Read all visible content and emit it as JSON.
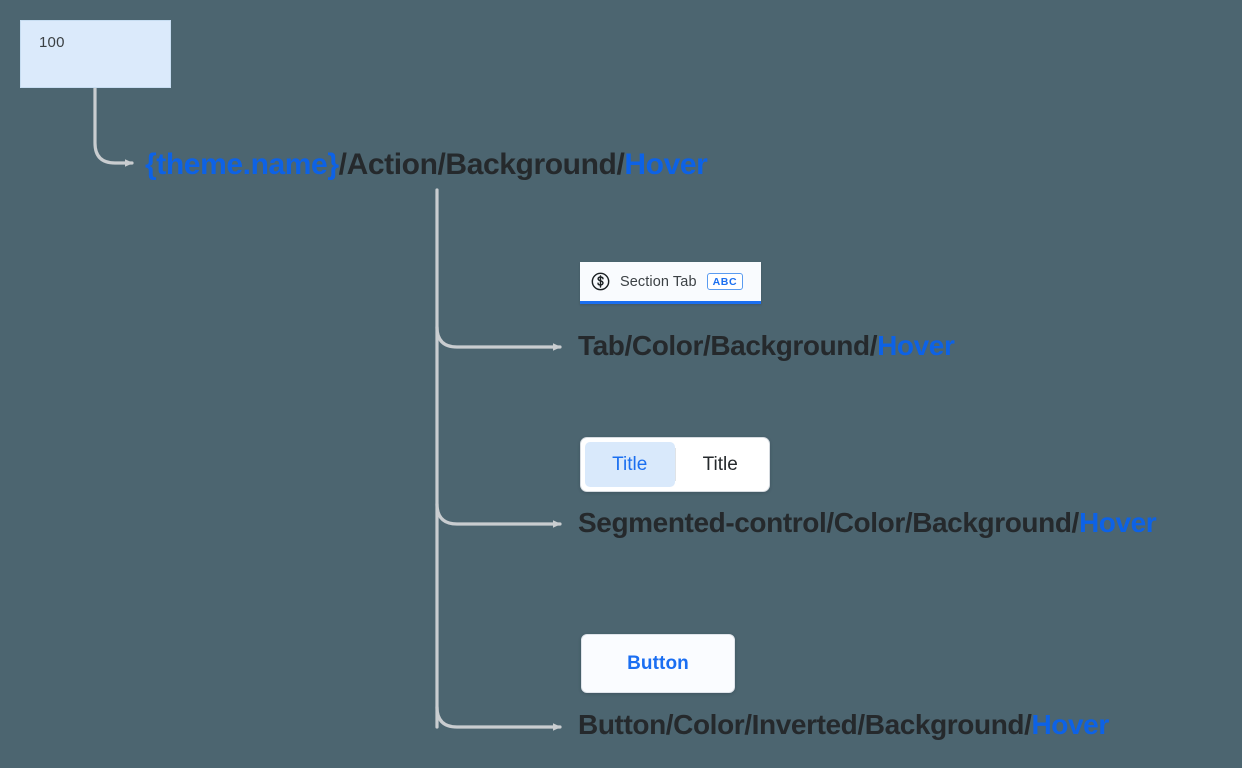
{
  "canvas": {
    "background_color": "#4c6570",
    "line_color": "#c9cdd0",
    "accent_color": "#0d62e6",
    "text_color": "#25292c"
  },
  "value_node": {
    "name": "value-node",
    "value": "100",
    "fill_color": "#dbeafb"
  },
  "root": {
    "token": "{theme.name}",
    "sep": "/",
    "middle": "Action/Background/",
    "state": "Hover"
  },
  "rows": [
    {
      "id": "tab",
      "label": {
        "prefix": "Tab/Color/Background/",
        "state": "Hover"
      },
      "component": {
        "type": "section-tab",
        "icon": "dollar-circle-icon",
        "text": "Section Tab",
        "badge": "ABC",
        "underline_color": "#1b6ff0",
        "background_color": "#f9fbfe"
      }
    },
    {
      "id": "segmented-control",
      "label": {
        "prefix": "Segmented-control/Color/Background/",
        "state": "Hover"
      },
      "component": {
        "type": "segmented-control",
        "segments": [
          {
            "text": "Title",
            "selected": true
          },
          {
            "text": "Title",
            "selected": false
          }
        ],
        "selected_background": "#d9e9fb",
        "selected_text_color": "#1b6ff0"
      }
    },
    {
      "id": "button",
      "label": {
        "prefix": "Button/Color/Inverted/Background/",
        "state": "Hover"
      },
      "component": {
        "type": "button",
        "text": "Button",
        "text_color": "#1a6ef2",
        "background_color": "#fafcff"
      }
    }
  ]
}
